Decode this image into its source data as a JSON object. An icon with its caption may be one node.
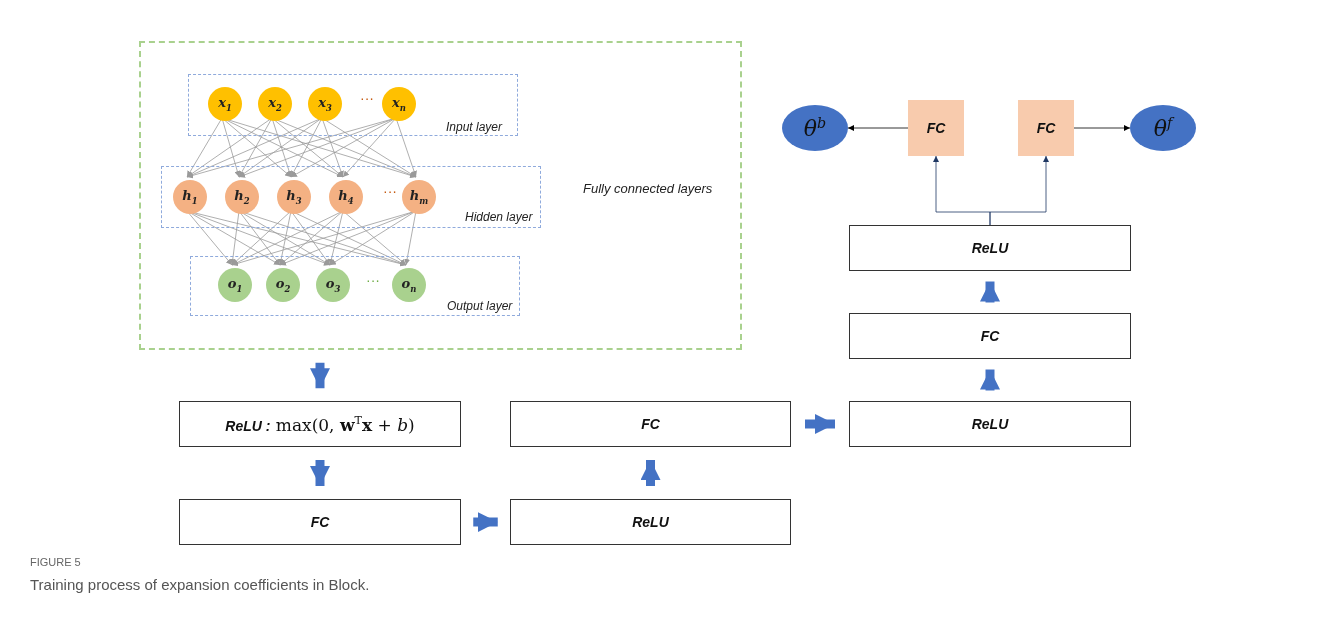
{
  "diagram": {
    "caption": "Training process of expansion coefficients in Block.",
    "nodes": [
      {
        "text": [
          "Fully connected layers"
        ]
      },
      {
        "text": [
          "Input layer"
        ],
        "in": 0
      },
      {
        "text": [
          "x$_{1}$"
        ],
        "in": 1
      },
      {
        "text": [
          "x$_{2}$"
        ],
        "in": 1
      },
      {
        "text": [
          "x$_{3}$"
        ],
        "in": 1
      },
      {
        "text": [
          "x$_{n}$"
        ],
        "in": 1
      },
      {
        "text": [
          "Hidden layer"
        ],
        "in": 0
      },
      {
        "text": [
          "h$_{1}$"
        ],
        "in": 6
      },
      {
        "text": [
          "h$_{2}$"
        ],
        "in": 6
      },
      {
        "text": [
          "h$_{3}$"
        ],
        "in": 6
      },
      {
        "text": [
          "h$_{4}$"
        ],
        "in": 6
      },
      {
        "text": [
          "h$_{m}$"
        ],
        "in": 6
      },
      {
        "text": [
          "Output layer"
        ],
        "in": 0
      },
      {
        "text": [
          "o$_{1}$"
        ],
        "in": 12
      },
      {
        "text": [
          "o$_{2}$"
        ],
        "in": 12
      },
      {
        "text": [
          "o$_{3}$"
        ],
        "in": 12
      },
      {
        "text": [
          "o$_{n}$"
        ],
        "in": 12
      },
      {
        "text": [
          "**ReLU :** max(0, **w**$^{T}$**x** + *b*)"
        ]
      },
      {
        "text": [
          "FC"
        ]
      },
      {
        "text": [
          "ReLU"
        ]
      },
      {
        "text": [
          "FC"
        ]
      },
      {
        "text": [
          "ReLU"
        ]
      },
      {
        "text": [
          "FC"
        ]
      },
      {
        "text": [
          "ReLU"
        ]
      },
      {
        "text": [
          "FC"
        ]
      },
      {
        "text": [
          "FC"
        ]
      },
      {
        "text": [
          "θ$^{b}$"
        ]
      },
      {
        "text": [
          "θ$^{f}$"
        ]
      }
    ],
    "edges": [
      {
        "from": 2,
        "to": 7,
        "arrow": "to"
      },
      {
        "from": 2,
        "to": 8,
        "arrow": "to"
      },
      {
        "from": 2,
        "to": 9,
        "arrow": "to"
      },
      {
        "from": 2,
        "to": 10,
        "arrow": "to"
      },
      {
        "from": 2,
        "to": 11,
        "arrow": "to"
      },
      {
        "from": 3,
        "to": 7,
        "arrow": "to"
      },
      {
        "from": 3,
        "to": 8,
        "arrow": "to"
      },
      {
        "from": 3,
        "to": 9,
        "arrow": "to"
      },
      {
        "from": 3,
        "to": 10,
        "arrow": "to"
      },
      {
        "from": 3,
        "to": 11,
        "arrow": "to"
      },
      {
        "from": 4,
        "to": 7,
        "arrow": "to"
      },
      {
        "from": 4,
        "to": 8,
        "arrow": "to"
      },
      {
        "from": 4,
        "to": 9,
        "arrow": "to"
      },
      {
        "from": 4,
        "to": 10,
        "arrow": "to"
      },
      {
        "from": 4,
        "to": 11,
        "arrow": "to"
      },
      {
        "from": 5,
        "to": 7,
        "arrow": "to"
      },
      {
        "from": 5,
        "to": 8,
        "arrow": "to"
      },
      {
        "from": 5,
        "to": 9,
        "arrow": "to"
      },
      {
        "from": 5,
        "to": 10,
        "arrow": "to"
      },
      {
        "from": 5,
        "to": 11,
        "arrow": "to"
      },
      {
        "from": 7,
        "to": 13,
        "arrow": "to"
      },
      {
        "from": 7,
        "to": 14,
        "arrow": "to"
      },
      {
        "from": 7,
        "to": 15,
        "arrow": "to"
      },
      {
        "from": 7,
        "to": 16,
        "arrow": "to"
      },
      {
        "from": 8,
        "to": 13,
        "arrow": "to"
      },
      {
        "from": 8,
        "to": 14,
        "arrow": "to"
      },
      {
        "from": 8,
        "to": 15,
        "arrow": "to"
      },
      {
        "from": 8,
        "to": 16,
        "arrow": "to"
      },
      {
        "from": 9,
        "to": 13,
        "arrow": "to"
      },
      {
        "from": 9,
        "to": 14,
        "arrow": "to"
      },
      {
        "from": 9,
        "to": 15,
        "arrow": "to"
      },
      {
        "from": 9,
        "to": 16,
        "arrow": "to"
      },
      {
        "from": 10,
        "to": 13,
        "arrow": "to"
      },
      {
        "from": 10,
        "to": 14,
        "arrow": "to"
      },
      {
        "from": 10,
        "to": 15,
        "arrow": "to"
      },
      {
        "from": 10,
        "to": 16,
        "arrow": "to"
      },
      {
        "from": 11,
        "to": 13,
        "arrow": "to"
      },
      {
        "from": 11,
        "to": 14,
        "arrow": "to"
      },
      {
        "from": 11,
        "to": 15,
        "arrow": "to"
      },
      {
        "from": 11,
        "to": 16,
        "arrow": "to"
      },
      {
        "from": 0,
        "to": 17,
        "arrow": "to",
        "style": "thick",
        "color": "#4472c4"
      },
      {
        "from": 17,
        "to": 18,
        "arrow": "to",
        "style": "thick",
        "color": "#4472c4"
      },
      {
        "from": 18,
        "to": 19,
        "arrow": "to",
        "style": "thick",
        "color": "#4472c4"
      },
      {
        "from": 19,
        "to": 20,
        "arrow": "to",
        "style": "thick",
        "color": "#4472c4"
      },
      {
        "from": 20,
        "to": 21,
        "arrow": "to",
        "style": "thick",
        "color": "#4472c4"
      },
      {
        "from": 21,
        "to": 22,
        "arrow": "to",
        "style": "thick",
        "color": "#4472c4"
      },
      {
        "from": 22,
        "to": 23,
        "arrow": "to",
        "style": "thick",
        "color": "#4472c4"
      },
      {
        "from": 23,
        "to": 24,
        "arrow": "to",
        "color": "#203864"
      },
      {
        "from": 23,
        "to": 25,
        "arrow": "to",
        "color": "#203864"
      },
      {
        "from": 24,
        "to": 26,
        "arrow": "to",
        "color": "#000000"
      },
      {
        "from": 25,
        "to": 27,
        "arrow": "to",
        "color": "#000000"
      }
    ],
    "labels": [
      "···",
      "···",
      "···",
      "FIGURE 5"
    ]
  }
}
